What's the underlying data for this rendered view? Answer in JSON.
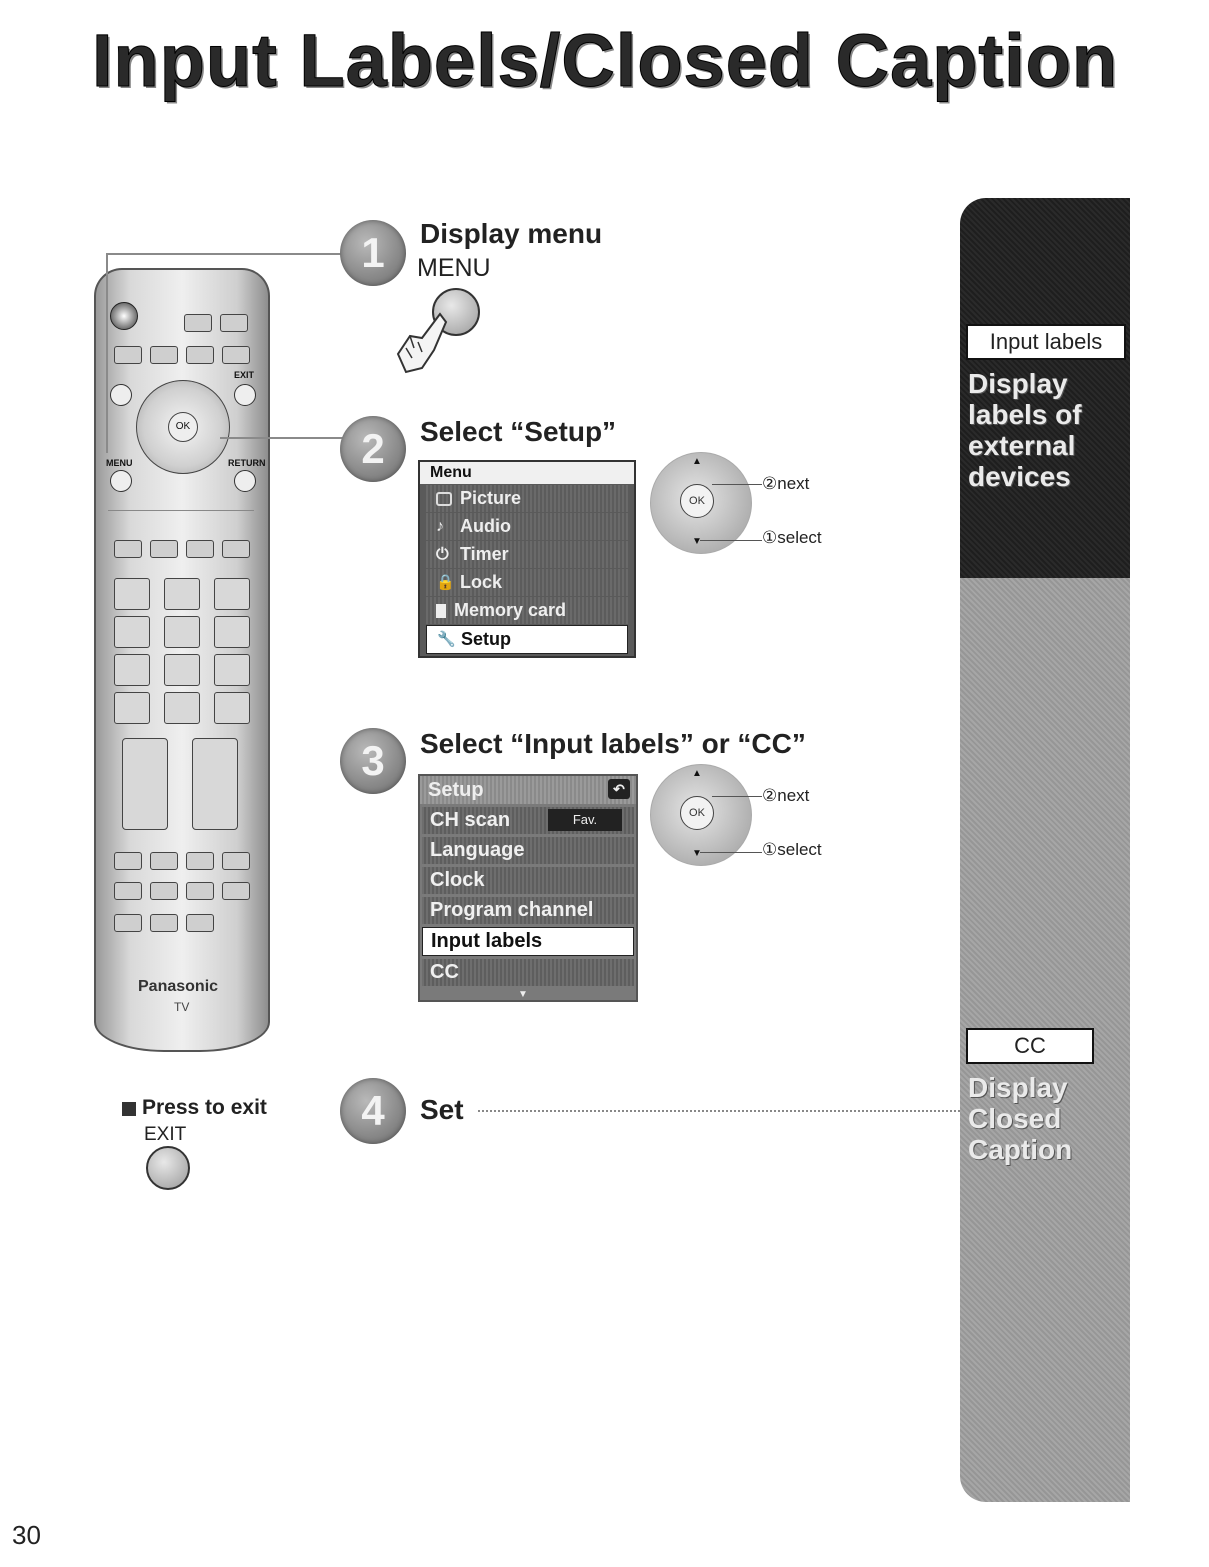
{
  "page": {
    "title": "Input Labels/Closed Caption",
    "page_number": "30"
  },
  "remote": {
    "exit_label": "EXIT",
    "menu_label": "MENU",
    "return_label": "RETURN",
    "ok_label": "OK",
    "brand": "Panasonic",
    "tv_label": "TV"
  },
  "steps": [
    {
      "number": "1",
      "heading": "Display menu",
      "button_label": "MENU"
    },
    {
      "number": "2",
      "heading": "Select “Setup”"
    },
    {
      "number": "3",
      "heading": "Select “Input labels” or “CC”"
    },
    {
      "number": "4",
      "heading": "Set"
    }
  ],
  "menu_screen": {
    "title": "Menu",
    "items": [
      "Picture",
      "Audio",
      "Timer",
      "Lock",
      "Memory card",
      "Setup"
    ],
    "selected": "Setup"
  },
  "setup_screen": {
    "title": "Setup",
    "items": [
      "CH scan",
      "Language",
      "Clock",
      "Program channel",
      "Input labels",
      "CC"
    ],
    "fav_label": "Fav.",
    "selected": "Input labels"
  },
  "ok_wheel": {
    "ok_label": "OK",
    "next_label": "②next",
    "select_label": "①select"
  },
  "exit_note": {
    "text": "Press to exit",
    "button_label": "EXIT"
  },
  "sidebar": {
    "sections": [
      {
        "label": "Input labels",
        "description": [
          "Display",
          "labels of",
          "external",
          "devices"
        ]
      },
      {
        "label": "CC",
        "description": [
          "Display",
          "Closed",
          "Caption"
        ]
      }
    ]
  }
}
